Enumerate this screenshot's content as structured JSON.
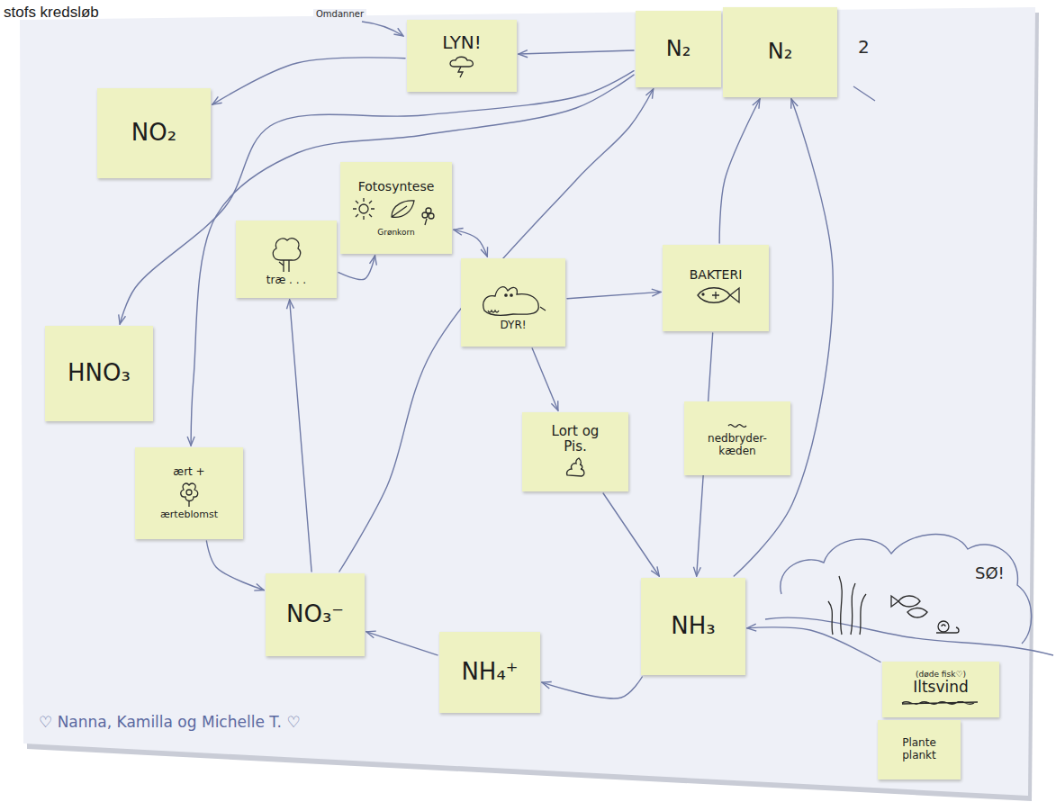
{
  "diagram": {
    "title": "stofs kredsløb",
    "nodes": [
      {
        "text": [
          "LYN!"
        ]
      },
      {
        "text": [
          "N₂"
        ]
      },
      {
        "text": [
          "N₂"
        ]
      },
      {
        "text": [
          "NO₂"
        ]
      },
      {
        "text": [
          "Fotosyntese",
          "Grønkorn"
        ]
      },
      {
        "text": [
          "træ . . ."
        ]
      },
      {
        "text": [
          "DYR!"
        ]
      },
      {
        "text": [
          "BAKTERI"
        ]
      },
      {
        "text": [
          "HNO₃"
        ]
      },
      {
        "text": [
          "ært +",
          "ærteblomst"
        ]
      },
      {
        "text": [
          "Lort og Pis."
        ]
      },
      {
        "text": [
          "nedbryder-kæden"
        ]
      },
      {
        "text": [
          "NO₃⁻"
        ]
      },
      {
        "text": [
          "NH₄⁺"
        ]
      },
      {
        "text": [
          "NH₃"
        ]
      },
      {
        "text": [
          "(døde fisk♡)",
          "Iltsvind"
        ]
      },
      {
        "text": [
          "Plante plankt"
        ]
      }
    ],
    "edges": [
      {
        "from": 0,
        "to": 3,
        "arrow": "to"
      },
      {
        "from": 1,
        "to": 0,
        "arrow": "to"
      },
      {
        "from": 1,
        "to": 8,
        "arrow": "to"
      },
      {
        "from": 4,
        "to": 6,
        "arrow": "both"
      },
      {
        "from": 5,
        "to": 4,
        "arrow": "to"
      },
      {
        "from": 6,
        "to": 7,
        "arrow": "to"
      },
      {
        "from": 6,
        "to": 10,
        "arrow": "to"
      },
      {
        "from": 10,
        "to": 14,
        "arrow": "to"
      },
      {
        "from": 7,
        "to": 2,
        "arrow": "to"
      },
      {
        "from": 7,
        "to": 14,
        "arrow": "to"
      },
      {
        "from": 14,
        "to": 2,
        "arrow": "to"
      },
      {
        "from": 14,
        "to": 13,
        "arrow": "to"
      },
      {
        "from": 13,
        "to": 12,
        "arrow": "to"
      },
      {
        "from": 12,
        "to": 5,
        "arrow": "to"
      },
      {
        "from": 9,
        "to": 12,
        "arrow": "to"
      },
      {
        "from": 1,
        "to": 9,
        "arrow": "to"
      },
      {
        "from": 12,
        "to": 1,
        "arrow": "to"
      },
      {
        "from": 15,
        "to": 14,
        "arrow": "to"
      }
    ],
    "labels": [
      "Omdanner",
      "SØ!",
      "2",
      "♡ Nanna, Kamilla og Michelle T. ♡"
    ]
  }
}
